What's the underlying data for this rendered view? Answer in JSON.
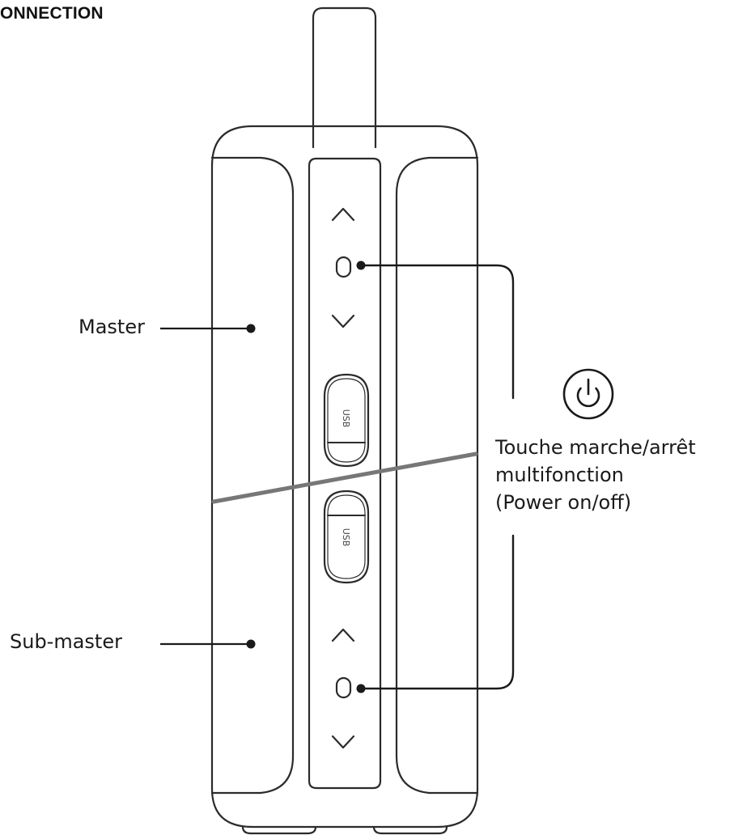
{
  "heading": "ONNECTION",
  "callouts": {
    "master": "Master",
    "sub_master": "Sub-master",
    "power_lines": [
      "Touche marche/arrêt",
      "multifonction",
      "(Power on/off)"
    ]
  },
  "button_labels": {
    "usb_top": "USB",
    "usb_bottom": "USB"
  },
  "icons": {
    "power": "power-icon",
    "volume_up": "chevron-up-icon",
    "volume_down": "chevron-down-icon"
  },
  "colors": {
    "line": "#1a1a1a",
    "outline": "#2b2b2b",
    "divider": "#777777"
  }
}
